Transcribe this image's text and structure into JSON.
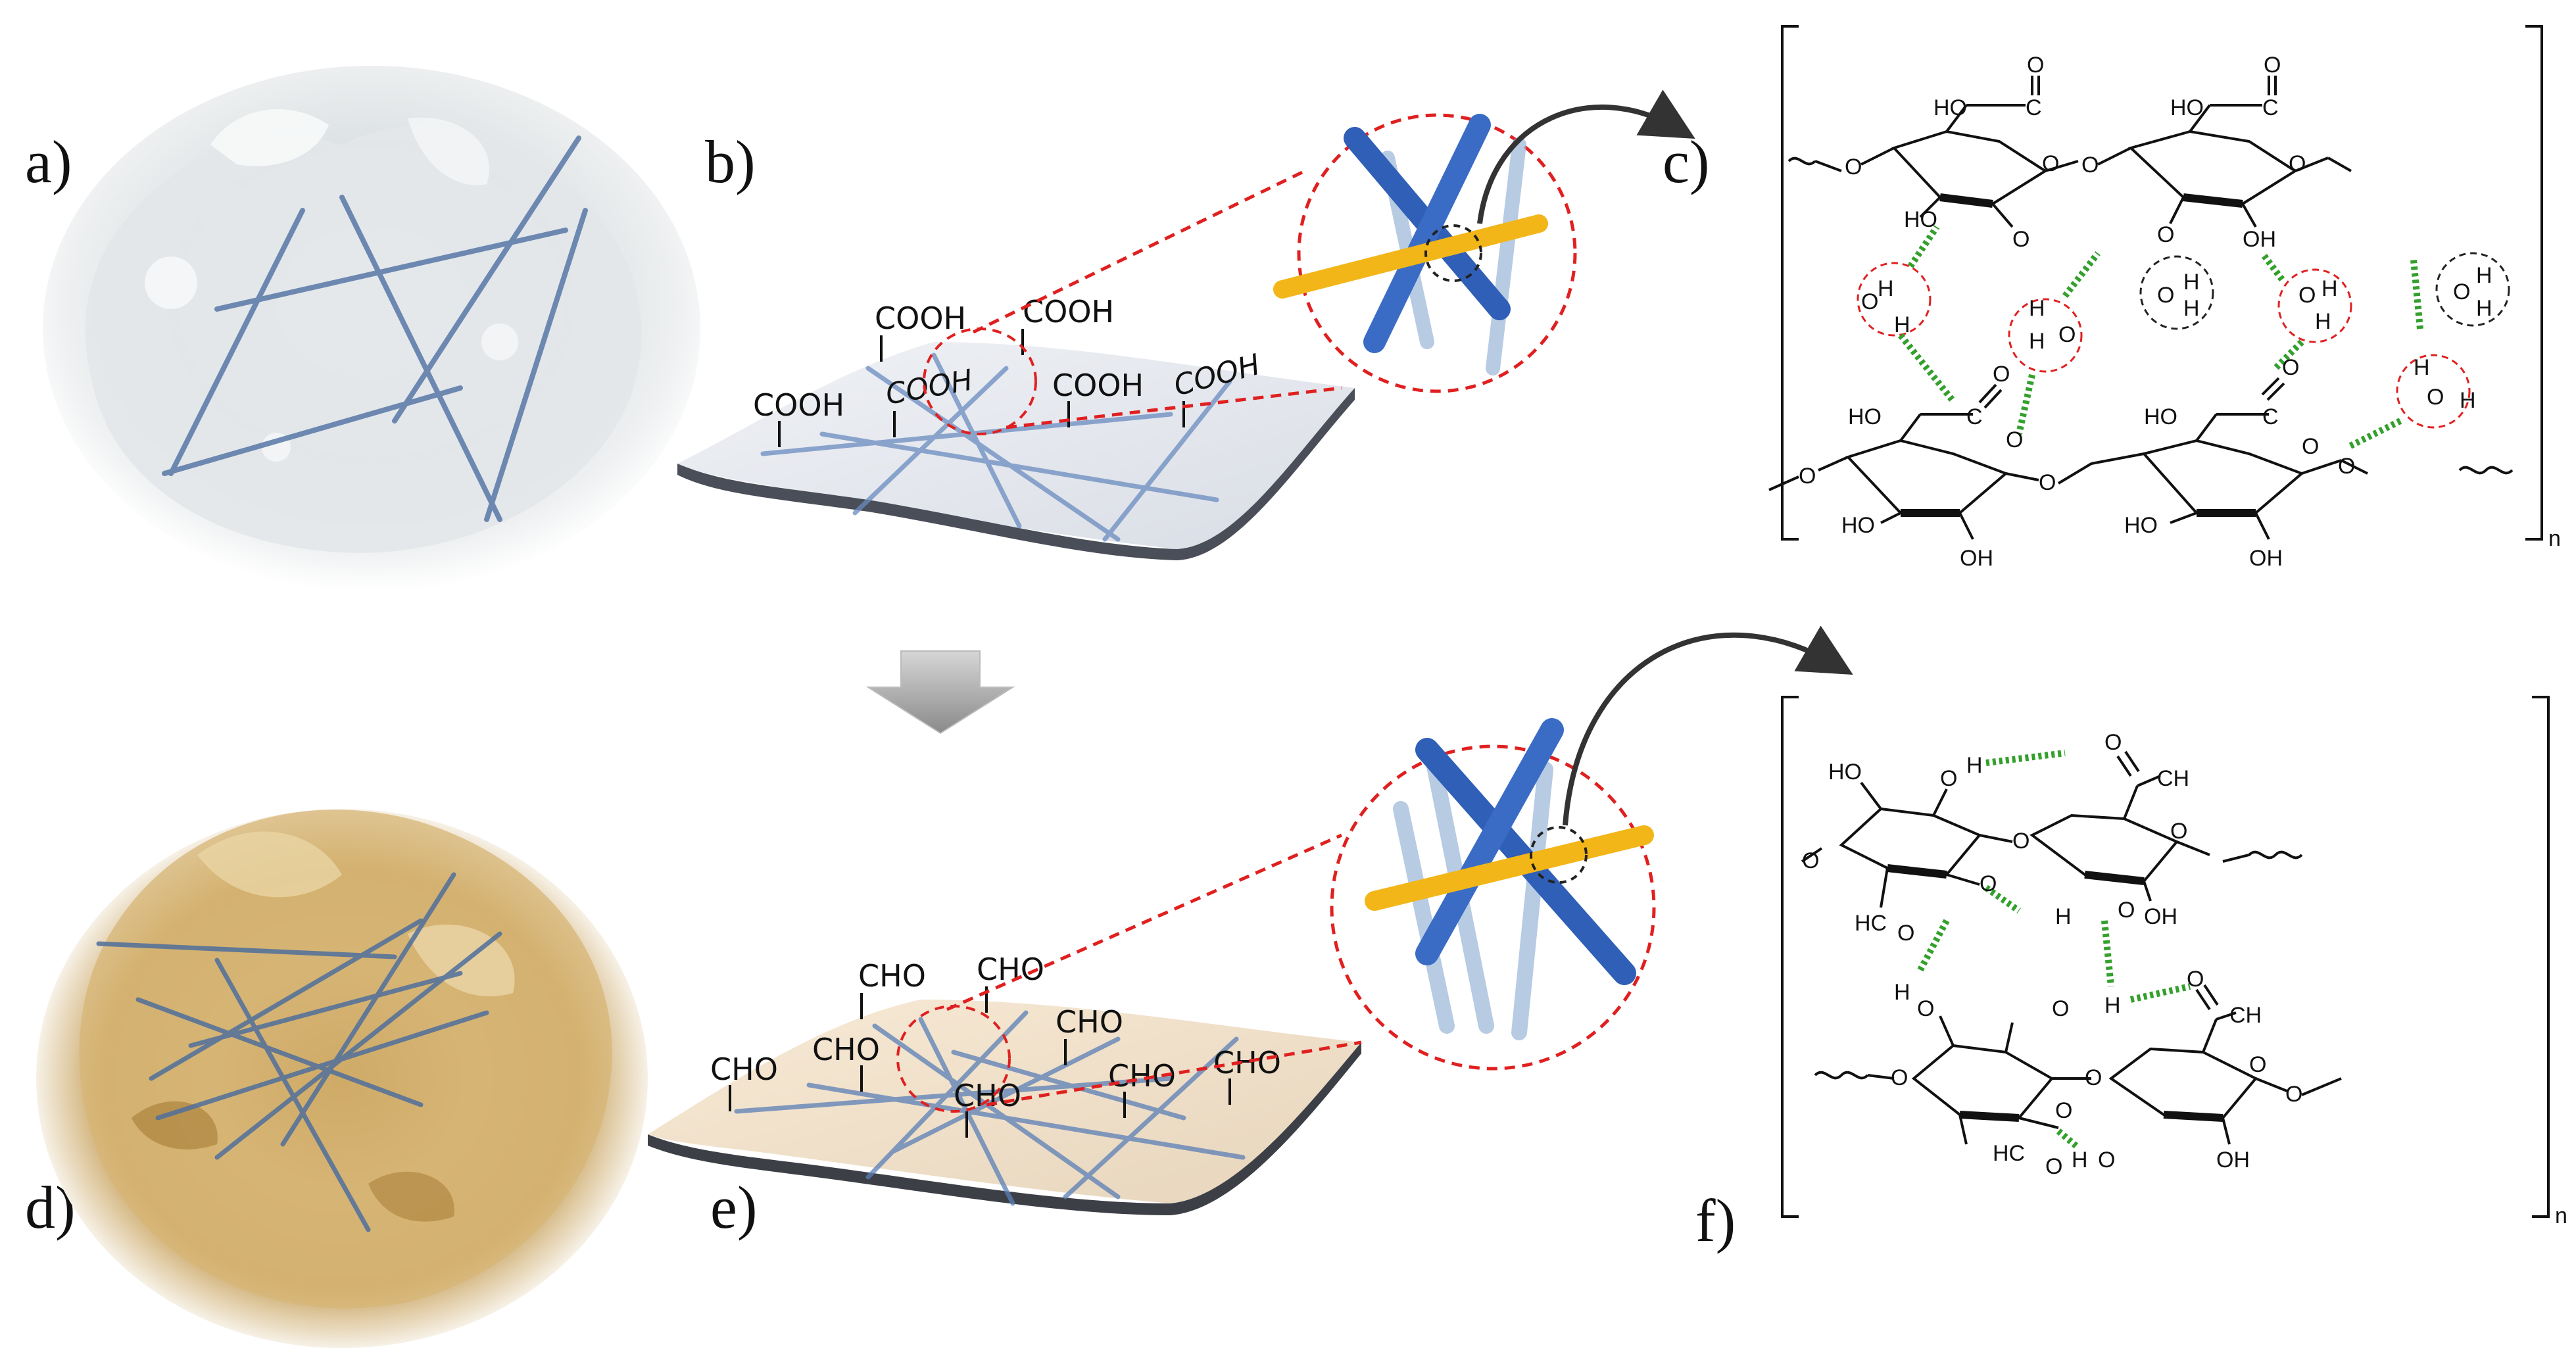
{
  "panel_labels": {
    "a": "a)",
    "b": "b)",
    "c": "c)",
    "d": "d)",
    "e": "e)",
    "f": "f)"
  },
  "colors": {
    "fiber_blue": "#3f6fc4",
    "fiber_yellow": "#f2b619",
    "zoom_circle_red": "#e02020",
    "hbond_green": "#33a02c",
    "gel_clear": "#e6eaec",
    "gel_brown": "#c9a460"
  },
  "top_sheet": {
    "groups": [
      "COOH",
      "COOH",
      "COOH",
      "COOH",
      "COOH",
      "COOH"
    ]
  },
  "bottom_sheet": {
    "groups": [
      "CHO",
      "CHO",
      "CHO",
      "CHO",
      "CHO",
      "CHO",
      "CHO",
      "CHO"
    ]
  },
  "structure_c": {
    "repeat_subscript": "n",
    "acid_carbons": [
      "C",
      "C",
      "C",
      "C"
    ],
    "acid_o_double": [
      "O",
      "O",
      "O",
      "O"
    ],
    "acid_ho": [
      "HO",
      "HO",
      "HO",
      "HO"
    ],
    "hydroxyls_top": [
      "HO",
      "OH"
    ],
    "hydroxyls_bottom": [
      "HO",
      "OH",
      "HO",
      "OH"
    ],
    "ring_oxygens": [
      "O",
      "O",
      "O",
      "O"
    ],
    "linker_oxygens": [
      "O",
      "O",
      "O",
      "O",
      "O",
      "O",
      "O"
    ],
    "water_labels": [
      "H",
      "O",
      "H"
    ]
  },
  "structure_f": {
    "repeat_subscript": "n",
    "labels": [
      "HO",
      "O",
      "H",
      "O",
      "CH",
      "O",
      "O",
      "HC",
      "O",
      "H",
      "O",
      "OH",
      "O",
      "H",
      "O",
      "H",
      "O",
      "CH",
      "O",
      "HC",
      "O",
      "H",
      "O",
      "OH",
      "O",
      "O",
      "O",
      "O",
      "O",
      "O"
    ]
  }
}
